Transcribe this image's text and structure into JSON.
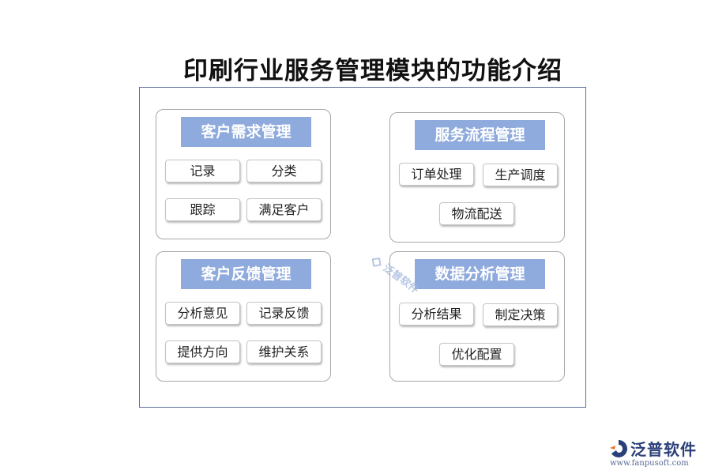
{
  "title": "印刷行业服务管理模块的功能介绍",
  "panels": [
    {
      "heading": "客户需求管理",
      "items": [
        "记录",
        "分类",
        "跟踪",
        "满足客户"
      ]
    },
    {
      "heading": "服务流程管理",
      "items": [
        "订单处理",
        "生产调度",
        "物流配送"
      ]
    },
    {
      "heading": "客户反馈管理",
      "items": [
        "分析意见",
        "记录反馈",
        "提供方向",
        "维护关系"
      ]
    },
    {
      "heading": "数据分析管理",
      "items": [
        "分析结果",
        "制定决策",
        "优化配置"
      ]
    }
  ],
  "watermark": {
    "text": "泛普软件"
  },
  "brand": {
    "name": "泛普软件",
    "url": "www.fanpusoft.com"
  },
  "colors": {
    "heading_fill": "#8faadc",
    "frame_border": "#5d6d9e",
    "brand_text": "#2b3f78"
  }
}
